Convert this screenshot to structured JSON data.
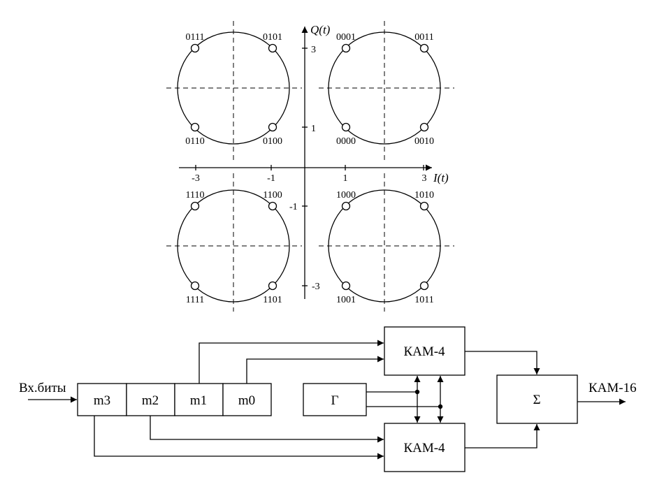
{
  "constellation": {
    "axis_i_label": "I(t)",
    "axis_q_label": "Q(t)",
    "i_ticks": [
      "-3",
      "-1",
      "1",
      "3"
    ],
    "q_ticks": [
      "3",
      "1",
      "-1",
      "-3"
    ],
    "points": [
      {
        "bits": "0111",
        "I": -3,
        "Q": 3
      },
      {
        "bits": "0101",
        "I": -1,
        "Q": 3
      },
      {
        "bits": "0110",
        "I": -3,
        "Q": 1
      },
      {
        "bits": "0100",
        "I": -1,
        "Q": 1
      },
      {
        "bits": "0001",
        "I": 1,
        "Q": 3
      },
      {
        "bits": "0011",
        "I": 3,
        "Q": 3
      },
      {
        "bits": "0000",
        "I": 1,
        "Q": 1
      },
      {
        "bits": "0010",
        "I": 3,
        "Q": 1
      },
      {
        "bits": "1110",
        "I": -3,
        "Q": -1
      },
      {
        "bits": "1100",
        "I": -1,
        "Q": -1
      },
      {
        "bits": "1111",
        "I": -3,
        "Q": -3
      },
      {
        "bits": "1101",
        "I": -1,
        "Q": -3
      },
      {
        "bits": "1000",
        "I": 1,
        "Q": -1
      },
      {
        "bits": "1010",
        "I": 3,
        "Q": -1
      },
      {
        "bits": "1001",
        "I": 1,
        "Q": -3
      },
      {
        "bits": "1011",
        "I": 3,
        "Q": -3
      }
    ]
  },
  "block_diagram": {
    "input_label": "Вх.биты",
    "register_cells": [
      "m3",
      "m2",
      "m1",
      "m0"
    ],
    "generator_label": "Г",
    "modulator_top_label": "КАМ-4",
    "modulator_bottom_label": "КАМ-4",
    "summer_label": "Σ",
    "output_label": "КАМ-16"
  }
}
